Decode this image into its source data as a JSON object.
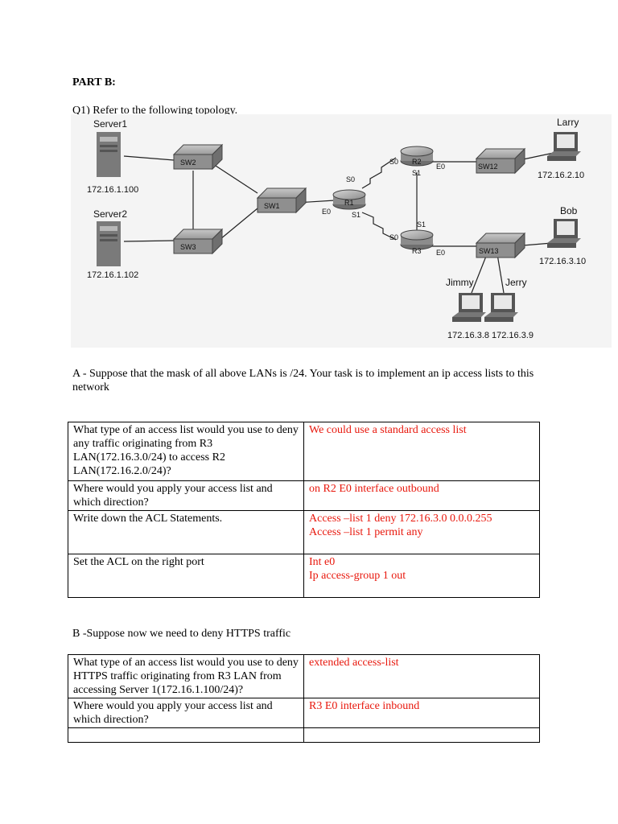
{
  "part_title": "PART B:",
  "q1_intro": "Q1) Refer to the following topology.",
  "topology": {
    "server1": {
      "name": "Server1",
      "ip": "172.16.1.100"
    },
    "server2": {
      "name": "Server2",
      "ip": "172.16.1.102"
    },
    "sw2": "SW2",
    "sw3": "SW3",
    "sw1": "SW1",
    "r1": {
      "name": "R1",
      "e0": "E0",
      "s0": "S0",
      "s1": "S1"
    },
    "r2": {
      "name": "R2",
      "s0": "S0",
      "s1": "S1",
      "e0": "E0"
    },
    "r3": {
      "name": "R3",
      "s0": "S0",
      "s1": "S1",
      "e0": "E0"
    },
    "sw12": "SW12",
    "sw13": "SW13",
    "larry": {
      "name": "Larry",
      "ip": "172.16.2.10"
    },
    "bob": {
      "name": "Bob",
      "ip": "172.16.3.10"
    },
    "jimmy": {
      "name": "Jimmy",
      "ip": "172.16.3.8"
    },
    "jerry": {
      "name": "Jerry",
      "ip": "172.16.3.9"
    }
  },
  "section_a": {
    "intro": "A - Suppose that the mask of all above LANs is /24. Your task is to implement an ip access lists to this network",
    "rows": [
      {
        "q": "What type of an access list would you use to deny any traffic originating from R3 LAN(172.16.3.0/24) to access R2 LAN(172.16.2.0/24)?",
        "a": [
          "We could use  a standard access list"
        ]
      },
      {
        "q": "Where would you apply your access list and which direction?",
        "a": [
          "on R2 E0 interface outbound"
        ]
      },
      {
        "q": "Write down the ACL Statements.",
        "a": [
          "Access –list 1 deny 172.16.3.0 0.0.0.255",
          "Access –list 1 permit any"
        ]
      },
      {
        "q": "Set the ACL on the right port",
        "a": [
          "Int e0",
          "Ip access-group 1  out"
        ]
      }
    ]
  },
  "section_b": {
    "intro": "B -Suppose now we need to deny HTTPS traffic",
    "rows": [
      {
        "q": "What type of an access list would you use to deny HTTPS traffic originating from R3 LAN from accessing Server 1(172.16.1.100/24)?",
        "a": [
          "extended access-list"
        ]
      },
      {
        "q": "Where would you apply your access list and which direction?",
        "a": [
          "R3 E0 interface inbound"
        ]
      },
      {
        "q": "",
        "a": [
          ""
        ]
      }
    ]
  }
}
